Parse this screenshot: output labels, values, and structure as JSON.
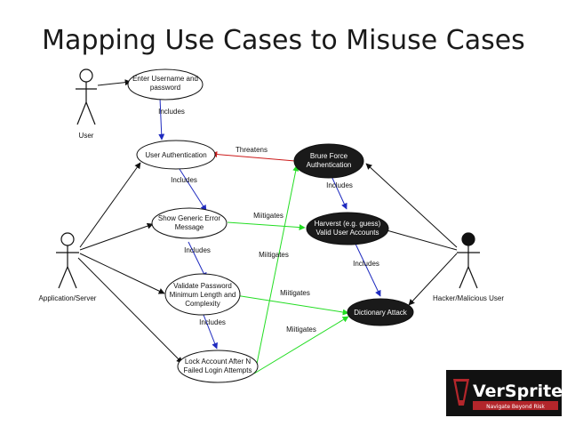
{
  "title": "Mapping Use Cases to Misuse Cases",
  "actors": {
    "user": "User",
    "app_server": "Application/Server",
    "hacker": "Hacker/Malicious User"
  },
  "use_cases": {
    "enter_credentials": [
      "Enter Username and",
      "password"
    ],
    "user_auth": [
      "User Authentication"
    ],
    "generic_error": [
      "Show Generic Error",
      "Message"
    ],
    "validate_password": [
      "Validate Password",
      "Minimum Length and",
      "Complexity"
    ],
    "lock_account": [
      "Lock Account After N",
      "Failed Login Attempts"
    ]
  },
  "misuse_cases": {
    "brute_force": [
      "Brure Force",
      "Authentication"
    ],
    "harvest": [
      "Harverst (e.g. guess)",
      "Valid User Accounts"
    ],
    "dictionary": [
      "Dictionary Attack"
    ]
  },
  "edge_labels": {
    "includes": "Includes",
    "threatens": "Threatens",
    "mitigates": "Miitigates"
  },
  "logo": {
    "name": "VerSprite",
    "tagline": "Navigate Beyond Risk"
  },
  "colors": {
    "include_edge": "#1f2bbf",
    "threaten_edge": "#cc1a1a",
    "mitigate_edge": "#22dd22",
    "misuse_fill": "#1a1a1a",
    "logo_bg": "#111111",
    "logo_accent": "#b3262b"
  }
}
